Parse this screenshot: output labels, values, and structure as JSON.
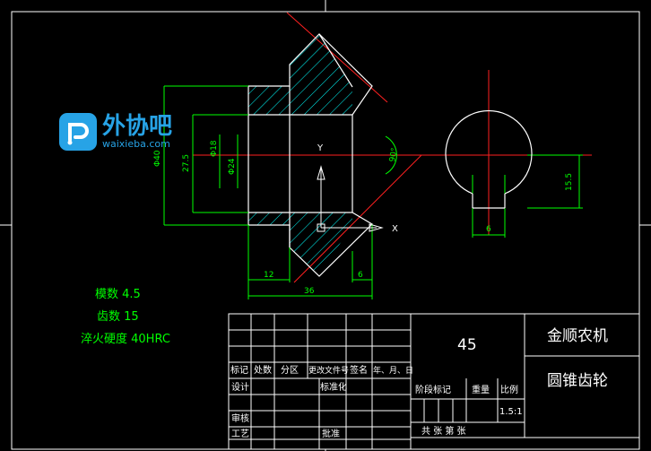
{
  "logo": {
    "chinese": "外协吧",
    "domain": "waixieba.com"
  },
  "dimensions": {
    "outer_dia": "Φ40",
    "bore_dia": "27.5",
    "hub_dia_1": "Φ18",
    "hub_dia_2": "Φ24",
    "len_12": "12",
    "len_6": "6",
    "len_36": "36",
    "angle": "90°",
    "key_depth": "15.5",
    "key_width": "6"
  },
  "axes": {
    "y": "Y",
    "x": "X"
  },
  "specs": {
    "module": "模数  4.5",
    "teeth": "齿数  15",
    "hardness": "淬火硬度  40HRC"
  },
  "title_block": {
    "material": "45",
    "company": "金顺农机",
    "part_name": "圆锥齿轮",
    "row_labels": [
      "标记",
      "处数",
      "分区",
      "更改文件号",
      "签名",
      "年、月、日"
    ],
    "design": "设计",
    "standardize": "标准化",
    "review": "审核",
    "process": "工艺",
    "approve": "批准",
    "stage_mark": "阶段标记",
    "weight": "重量",
    "scale": "比例",
    "scale_value": "1.5:1",
    "sheet_info": "共  张  第  张"
  }
}
